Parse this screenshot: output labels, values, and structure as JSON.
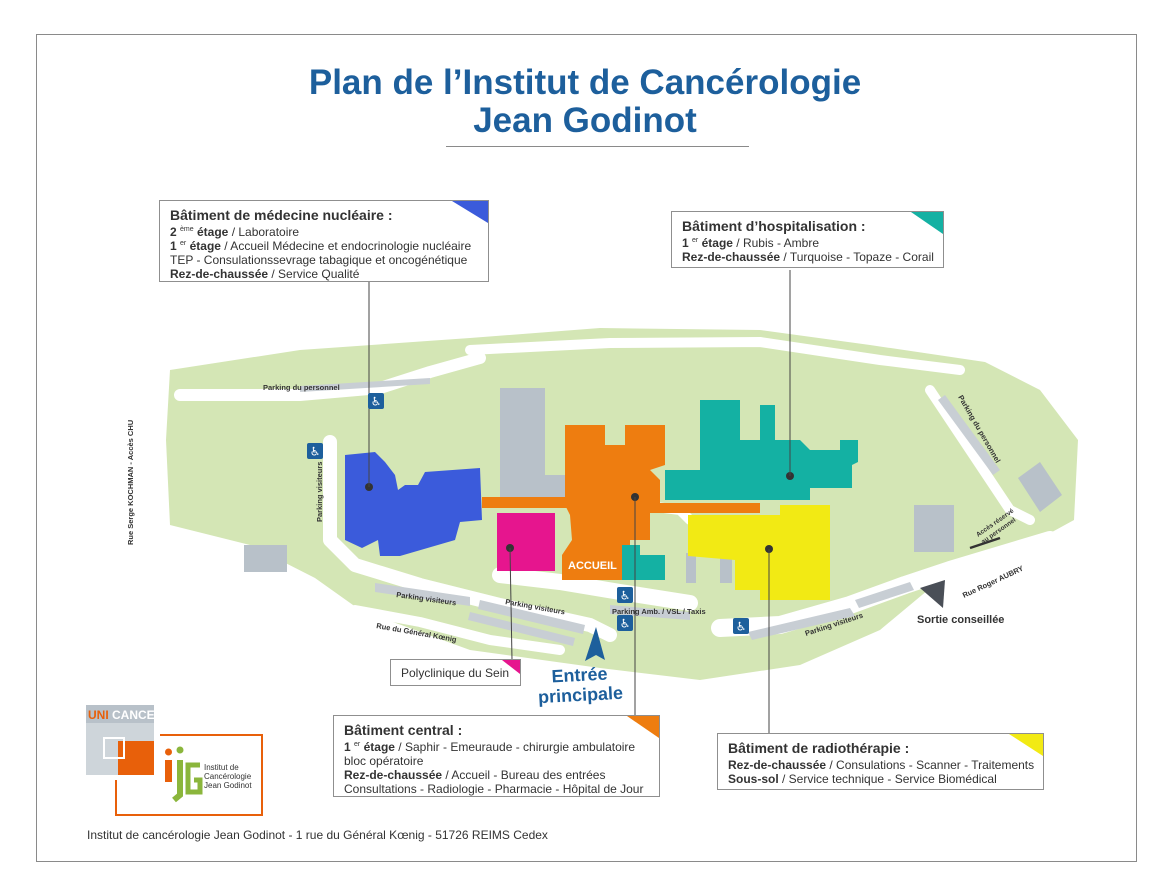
{
  "title": {
    "line1": "Plan de l’Institut de Cancérologie",
    "line2": "Jean Godinot"
  },
  "colors": {
    "title": "#1d5f9c",
    "ground": "#d4e6b5",
    "building_gray": "#b8c1c9",
    "nucleaire": "#3b5bdb",
    "hospitalisation": "#14b1a3",
    "central": "#ee7d10",
    "polyclinique": "#e6158e",
    "radiotherapie": "#f2ea14"
  },
  "boxes": {
    "nucleaire": {
      "title": "Bâtiment de médecine nucléaire :",
      "l1_level": "2",
      "l1_sup": "ème",
      "l1_bold": "étage",
      "l1_text": " / Laboratoire",
      "l2_level": "1",
      "l2_sup": "er",
      "l2_bold": "étage",
      "l2_text": " / Accueil Médecine et endocrinologie nucléaire",
      "l3_text": "TEP - Consulationssevrage tabagique et oncogénétique",
      "l4_bold": "Rez-de-chaussée",
      "l4_text": " / Service Qualité"
    },
    "hospitalisation": {
      "title": "Bâtiment d’hospitalisation :",
      "l1_level": "1",
      "l1_sup": "er",
      "l1_bold": "étage",
      "l1_text": " / Rubis - Ambre",
      "l2_bold": "Rez-de-chaussée",
      "l2_text": " / Turquoise - Topaze - Corail"
    },
    "polyclinique": {
      "label": "Polyclinique du Sein"
    },
    "central": {
      "title": "Bâtiment central :",
      "l1_level": "1",
      "l1_sup": "er",
      "l1_bold": "étage",
      "l1_text": " / Saphir - Emeuraude - chirurgie ambulatoire",
      "l2_text": "bloc opératoire",
      "l3_bold": "Rez-de-chaussée",
      "l3_text": " / Accueil - Bureau des entrées",
      "l4_text": "Consultations - Radiologie - Pharmacie - Hôpital de Jour"
    },
    "radiotherapie": {
      "title": "Bâtiment de radiothérapie :",
      "l1_bold": "Rez-de-chaussée",
      "l1_text": " / Consulations - Scanner - Traitements",
      "l2_bold": "Sous-sol",
      "l2_text": " / Service technique - Service Biomédical"
    }
  },
  "map_labels": {
    "parking_personnel": "Parking du personnel",
    "parking_personnel_right": "Parking du personnel",
    "rue_kochman": "Rue Serge KOCHMAN - Accès CHU",
    "parking_visiteurs_v": "Parking visiteurs",
    "parking_visiteurs_1": "Parking visiteurs",
    "parking_visiteurs_2": "Parking visiteurs",
    "parking_visiteurs_3": "Parking visiteurs",
    "rue_general": "Rue du Général Kœnig",
    "parking_amb": "Parking  Amb. / VSL / Taxis",
    "accueil": "ACCUEIL",
    "acces_reserve_1": "Accès réservé",
    "acces_reserve_2": "au personnel",
    "rue_aubry": "Rue Roger AUBRY",
    "sortie": "Sortie conseillée"
  },
  "entree": {
    "line1": "Entrée",
    "line2": "principale"
  },
  "logos": {
    "unicancer_uni": "UNI",
    "unicancer_cancer": "CANCER",
    "ijg_line1": "Institut de",
    "ijg_line2": "Cancérologie",
    "ijg_line3": "Jean Godinot"
  },
  "footer": {
    "address": "Institut de cancérologie Jean Godinot - 1 rue du Général Kœnig - 51726 REIMS Cedex"
  }
}
